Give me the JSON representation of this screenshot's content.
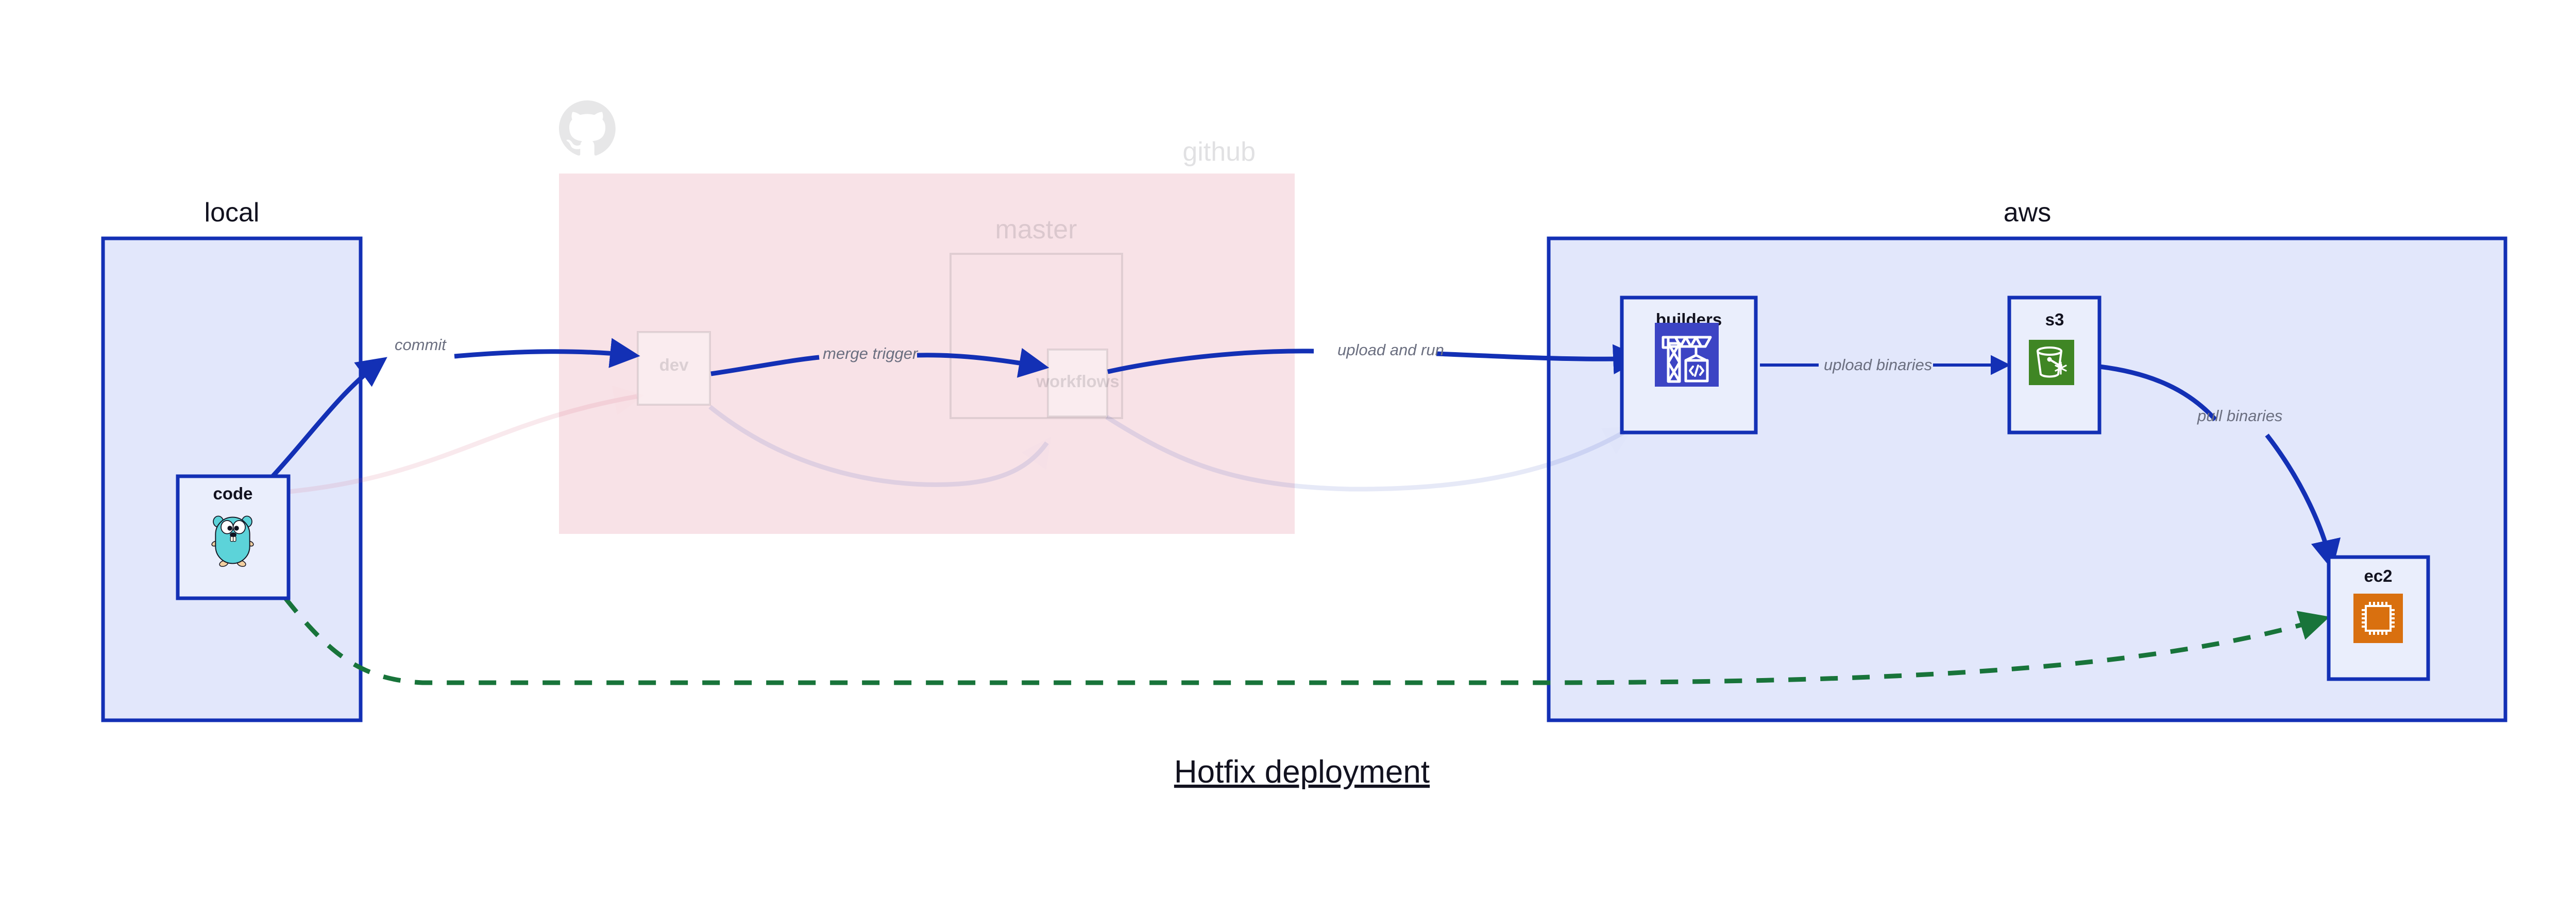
{
  "diagram": {
    "title": "Hotfix deployment",
    "groups": [
      {
        "id": "local",
        "label": "local",
        "faded": false
      },
      {
        "id": "github",
        "label": "github",
        "faded": true
      },
      {
        "id": "aws",
        "label": "aws",
        "faded": false
      }
    ],
    "subgroups": [
      {
        "id": "master",
        "label": "master",
        "parent": "github",
        "faded": true
      }
    ],
    "nodes": [
      {
        "id": "code",
        "label": "code",
        "group": "local",
        "icon": "go-gopher-icon",
        "faded": false
      },
      {
        "id": "dev",
        "label": "dev",
        "group": "github",
        "icon": "branch-icon",
        "faded": true
      },
      {
        "id": "workflows",
        "label": "workflows",
        "group": "master",
        "icon": "workflow-icon",
        "faded": true
      },
      {
        "id": "builders",
        "label": "builders",
        "group": "aws",
        "icon": "aws-codebuild-icon",
        "faded": false
      },
      {
        "id": "s3",
        "label": "s3",
        "group": "aws",
        "icon": "aws-s3-bucket-icon",
        "faded": false
      },
      {
        "id": "ec2",
        "label": "ec2",
        "group": "aws",
        "icon": "aws-ec2-chip-icon",
        "faded": false
      }
    ],
    "edges": [
      {
        "id": "e-commit",
        "from": "code",
        "to": "dev",
        "label": "commit",
        "style": "solid",
        "color": "#1330b5"
      },
      {
        "id": "e-merge",
        "from": "dev",
        "to": "workflows",
        "label": "merge trigger",
        "style": "solid",
        "color": "#1330b5"
      },
      {
        "id": "e-upload",
        "from": "workflows",
        "to": "builders",
        "label": "upload and run",
        "style": "solid",
        "color": "#1330b5"
      },
      {
        "id": "e-binaries",
        "from": "builders",
        "to": "s3",
        "label": "upload binaries",
        "style": "solid",
        "color": "#1330b5"
      },
      {
        "id": "e-pull",
        "from": "s3",
        "to": "ec2",
        "label": "pull binaries",
        "style": "solid",
        "color": "#1330b5"
      },
      {
        "id": "e-hotfix",
        "from": "code",
        "to": "ec2",
        "label": "",
        "style": "dashed",
        "color": "#18743a"
      }
    ],
    "colors": {
      "accent_blue": "#1330b5",
      "container_fill": "#e2e7fb",
      "node_fill": "#eaeefc",
      "github_fill": "#f8e2e7",
      "hotfix_green": "#18743a",
      "label_gray": "#6b6f80",
      "text_dark": "#12121f",
      "codebuild_purple": "#3c44c4",
      "s3_green": "#3f8624",
      "ec2_orange": "#d9700f",
      "gopher_cyan": "#5cd3d9"
    }
  }
}
